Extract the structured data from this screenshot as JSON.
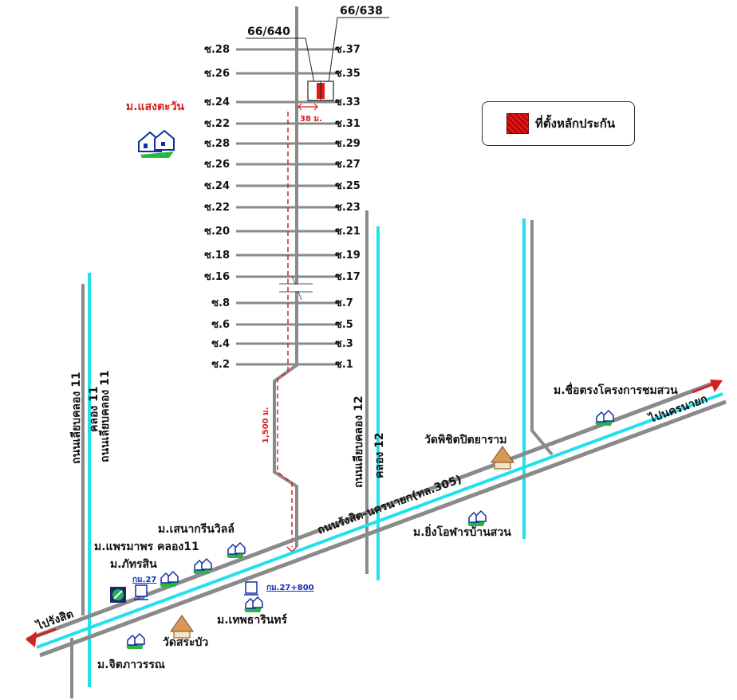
{
  "legend": {
    "label": "ที่ตั้งหลักประกัน",
    "swatch_color": "#e01818"
  },
  "plots": {
    "left": "66/640",
    "right": "66/638"
  },
  "distance_top": "38 ม.",
  "distance_main": "1,500 ม.",
  "soi_left": [
    "ซ.28",
    "ซ.26",
    "ซ.24",
    "ซ.22",
    "ซ.28",
    "ซ.26",
    "ซ.24",
    "ซ.22",
    "ซ.20",
    "ซ.18",
    "ซ.16",
    "ซ.8",
    "ซ.6",
    "ซ.4",
    "ซ.2"
  ],
  "soi_right": [
    "ซ.37",
    "ซ.35",
    "ซ.33",
    "ซ.31",
    "ซ.29",
    "ซ.27",
    "ซ.25",
    "ซ.23",
    "ซ.21",
    "ซ.19",
    "ซ.17",
    "ซ.7",
    "ซ.5",
    "ซ.3",
    "ซ.1"
  ],
  "places": {
    "saengtawan": "ม.แสงตะวัน",
    "senagreen": "ม.เสนากรีนวิลล์",
    "praemaporn": "ม.แพรมาพร คลอง11",
    "phattarasin": "ม.ภัทรสิน",
    "km27": "กม.27",
    "km27800": "กม.27+800",
    "thepthararin": "ม.เทพธารินทร์",
    "wat_srabua": "วัดสระบัว",
    "chitpawan": "ม.จิตภาวรรณ",
    "wat_phichit": "วัดพิชิตปิตยาราม",
    "yingo": "ม.ยิ่งโอฬารบ้านสวน",
    "chomsuan": "ม.ชื่อตรงโครงการชมสวน"
  },
  "roads": {
    "main": "ถนนรังสิต-นครนายก(ทล.305)",
    "to_rangsit": "ไปรังสิต",
    "to_nakhon_nayok": "ไปนครนายก",
    "klong11_road_left": "ถนนเลียบคลอง 11",
    "klong11": "คลอง 11",
    "klong11_road_right": "ถนนเลียบคลอง 11",
    "klong12_road": "ถนนเลียบคลอง 12",
    "klong12": "คลอง 12"
  },
  "colors": {
    "road": "#8a8a8a",
    "canal": "#22e0ee",
    "accent": "#d42020"
  }
}
